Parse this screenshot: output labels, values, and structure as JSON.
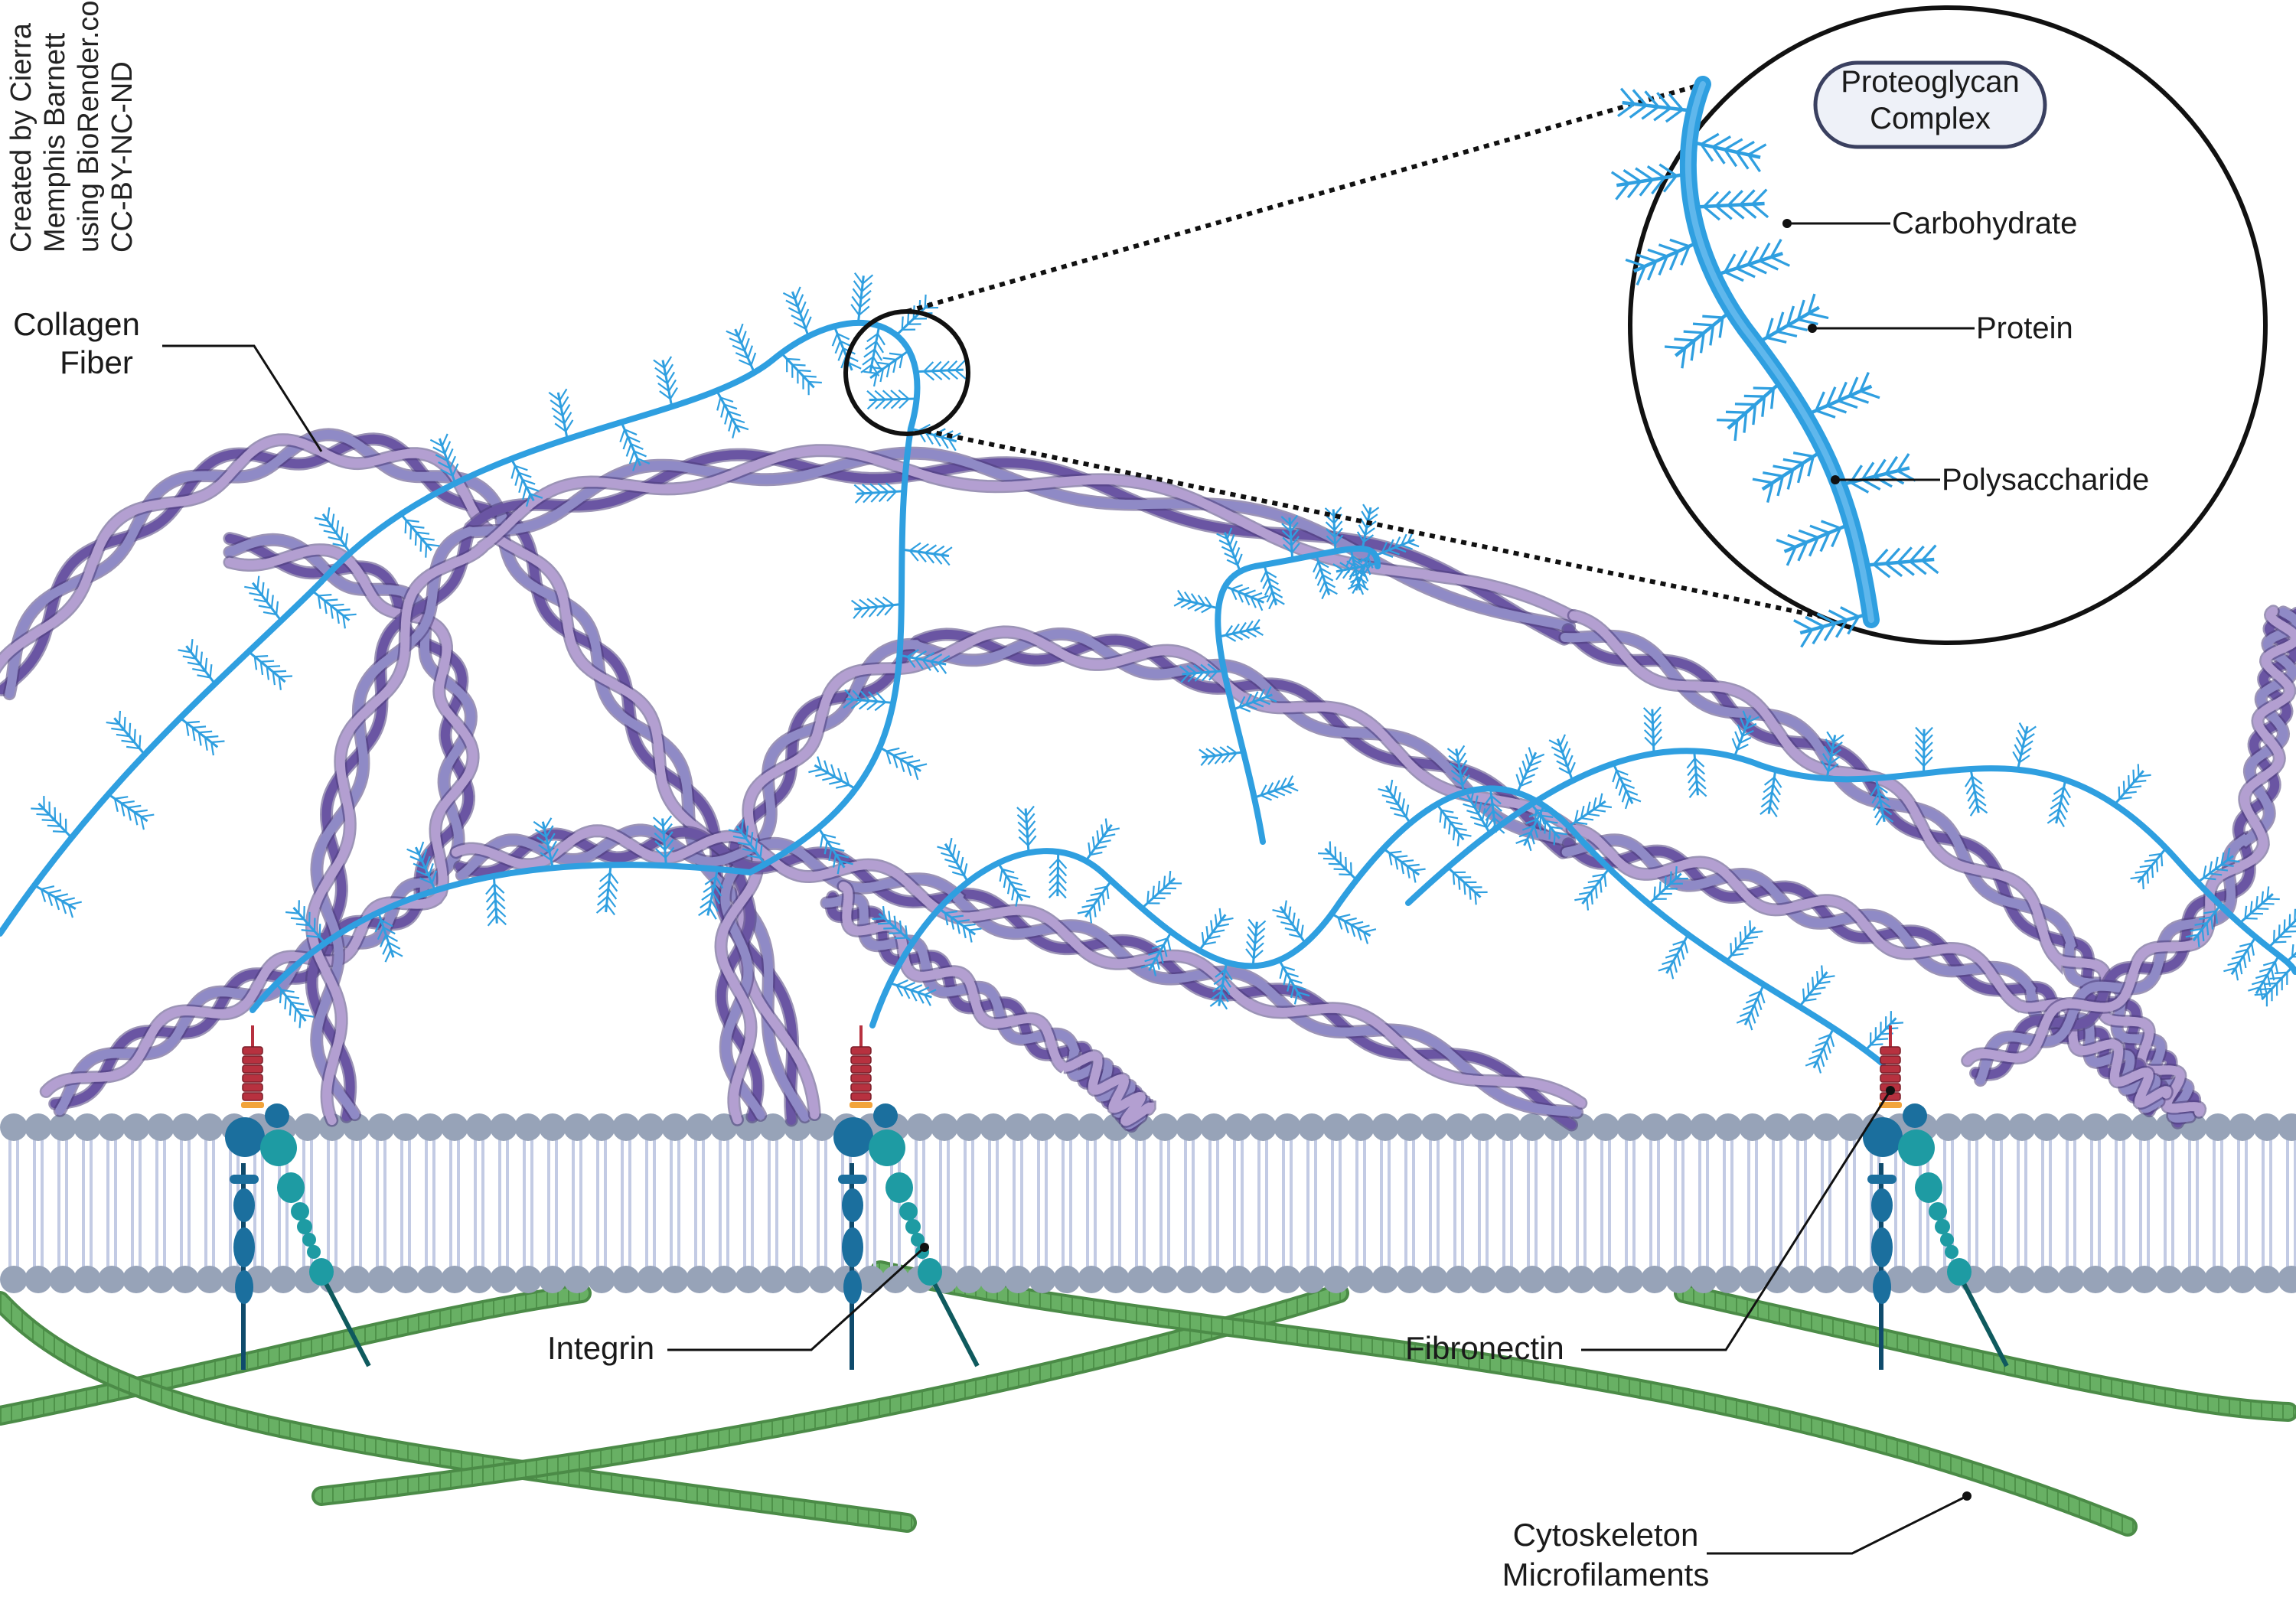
{
  "credit": {
    "line1": "Created by Cierra",
    "line2": "Memphis Barnett",
    "line3": "using BioRender.com",
    "line4": "CC-BY-NC-ND"
  },
  "labels": {
    "collagen_line1": "Collagen",
    "collagen_line2": "Fiber",
    "proteoglycan_line1": "Proteoglycan",
    "proteoglycan_line2": "Complex",
    "carbohydrate": "Carbohydrate",
    "protein": "Protein",
    "polysaccharide": "Polysaccharide",
    "integrin": "Integrin",
    "fibronectin": "Fibronectin",
    "cytoskeleton_line1": "Cytoskeleton",
    "cytoskeleton_line2": "Microfilaments"
  },
  "colors": {
    "collagen_dark": "#6a55a3",
    "collagen_mid": "#8f8ac6",
    "collagen_light": "#b39fd1",
    "proteoglycan": "#2f9fe0",
    "phospholipid_head": "#97a3b8",
    "phospholipid_tail": "#c3cbe4",
    "actin": "#5fa85b",
    "integrin_alpha": "#1b6f9e",
    "integrin_beta": "#1e9ba3",
    "fibronectin": "#b7313f",
    "fibronectin_band": "#f2a43b"
  }
}
